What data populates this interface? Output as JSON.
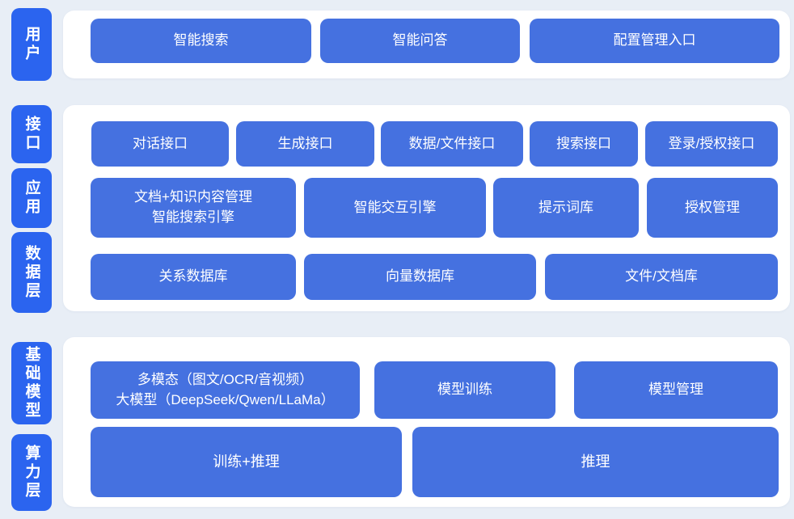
{
  "colors": {
    "background": "#e8eef6",
    "panel": "#ffffff",
    "tab-blue": "#2b64ef",
    "node-blue": "#4571e0",
    "text-white": "#ffffff"
  },
  "layers": [
    {
      "id": "user",
      "tab": "用户",
      "nodes": [
        "智能搜索",
        "智能问答",
        "配置管理入口"
      ]
    },
    {
      "id": "interface",
      "tab": "接口",
      "nodes": [
        "对话接口",
        "生成接口",
        "数据/文件接口",
        "搜索接口",
        "登录/授权接口"
      ]
    },
    {
      "id": "application",
      "tab": "应用",
      "nodes": [
        "文档+知识内容管理\n智能搜索引擎",
        "智能交互引擎",
        "提示词库",
        "授权管理"
      ]
    },
    {
      "id": "data-layer",
      "tab": "数据层",
      "nodes": [
        "关系数据库",
        "向量数据库",
        "文件/文档库"
      ]
    },
    {
      "id": "foundation-model",
      "tab": "基础模型",
      "nodes": [
        "多模态（图文/OCR/音视频）\n大模型（DeepSeek/Qwen/LLaMa）",
        "模型训练",
        "模型管理"
      ]
    },
    {
      "id": "compute-layer",
      "tab": "算力层",
      "nodes": [
        "训练+推理",
        "推理"
      ]
    }
  ]
}
